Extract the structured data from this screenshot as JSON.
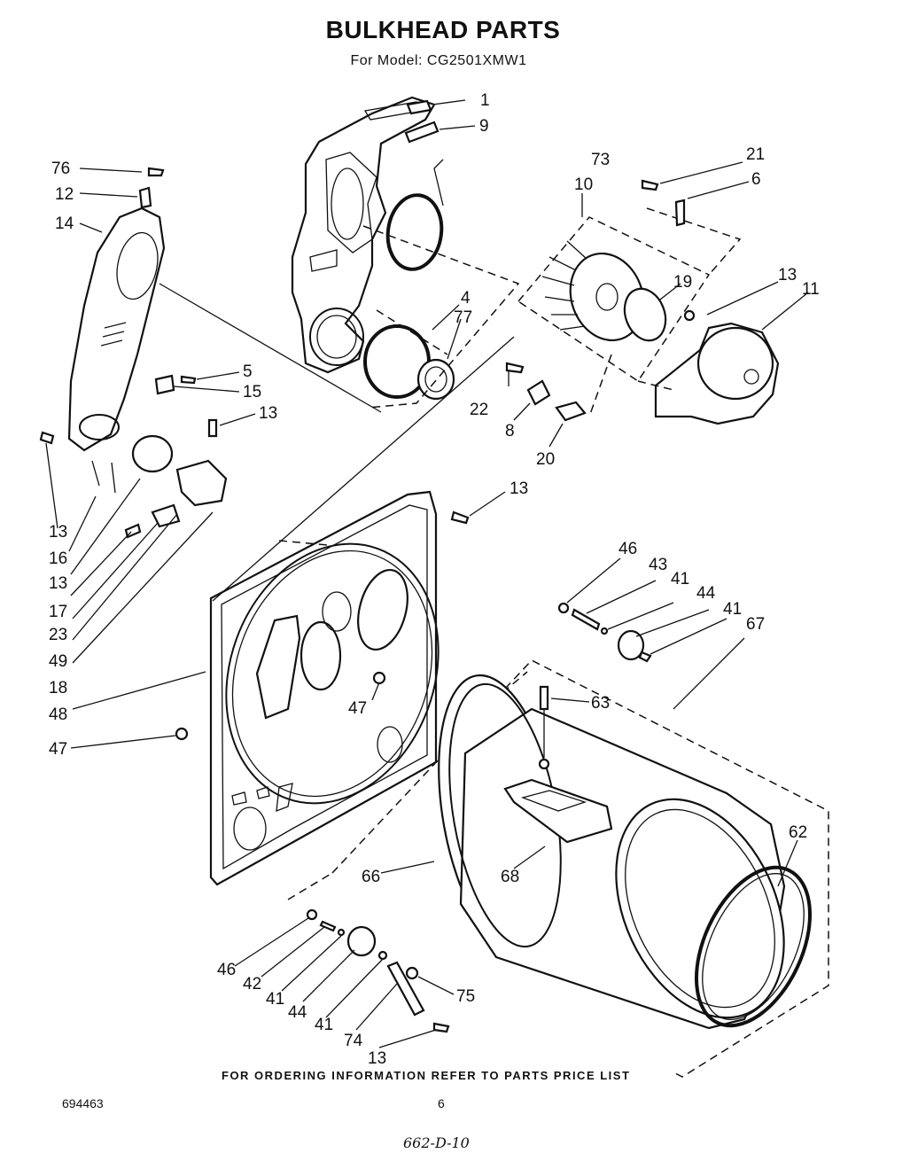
{
  "title": "BULKHEAD PARTS",
  "subtitle": "For Model: CG2501XMW1",
  "footer_note": "FOR ORDERING INFORMATION REFER TO PARTS PRICE LIST",
  "doc_number": "694463",
  "page_number": "6",
  "handwritten_note": "662-D-10",
  "part_labels": [
    {
      "id": "1",
      "text": "1"
    },
    {
      "id": "9",
      "text": "9"
    },
    {
      "id": "73",
      "text": "73"
    },
    {
      "id": "76",
      "text": "76"
    },
    {
      "id": "12",
      "text": "12"
    },
    {
      "id": "14",
      "text": "14"
    },
    {
      "id": "21",
      "text": "21"
    },
    {
      "id": "10",
      "text": "10"
    },
    {
      "id": "6",
      "text": "6"
    },
    {
      "id": "19",
      "text": "19"
    },
    {
      "id": "13a",
      "text": "13"
    },
    {
      "id": "11",
      "text": "11"
    },
    {
      "id": "4",
      "text": "4"
    },
    {
      "id": "77",
      "text": "77"
    },
    {
      "id": "5",
      "text": "5"
    },
    {
      "id": "15",
      "text": "15"
    },
    {
      "id": "13b",
      "text": "13"
    },
    {
      "id": "22",
      "text": "22"
    },
    {
      "id": "8",
      "text": "8"
    },
    {
      "id": "20",
      "text": "20"
    },
    {
      "id": "13c",
      "text": "13"
    },
    {
      "id": "13d",
      "text": "13"
    },
    {
      "id": "16",
      "text": "16"
    },
    {
      "id": "13e",
      "text": "13"
    },
    {
      "id": "17",
      "text": "17"
    },
    {
      "id": "23",
      "text": "23"
    },
    {
      "id": "49",
      "text": "49"
    },
    {
      "id": "18",
      "text": "18"
    },
    {
      "id": "48",
      "text": "48"
    },
    {
      "id": "47a",
      "text": "47"
    },
    {
      "id": "47b",
      "text": "47"
    },
    {
      "id": "46a",
      "text": "46"
    },
    {
      "id": "43",
      "text": "43"
    },
    {
      "id": "41a",
      "text": "41"
    },
    {
      "id": "44a",
      "text": "44"
    },
    {
      "id": "41b",
      "text": "41"
    },
    {
      "id": "67",
      "text": "67"
    },
    {
      "id": "63",
      "text": "63"
    },
    {
      "id": "62",
      "text": "62"
    },
    {
      "id": "66",
      "text": "66"
    },
    {
      "id": "68",
      "text": "68"
    },
    {
      "id": "46b",
      "text": "46"
    },
    {
      "id": "42",
      "text": "42"
    },
    {
      "id": "41c",
      "text": "41"
    },
    {
      "id": "44b",
      "text": "44"
    },
    {
      "id": "75",
      "text": "75"
    },
    {
      "id": "41d",
      "text": "41"
    },
    {
      "id": "74",
      "text": "74"
    },
    {
      "id": "13f",
      "text": "13"
    }
  ]
}
